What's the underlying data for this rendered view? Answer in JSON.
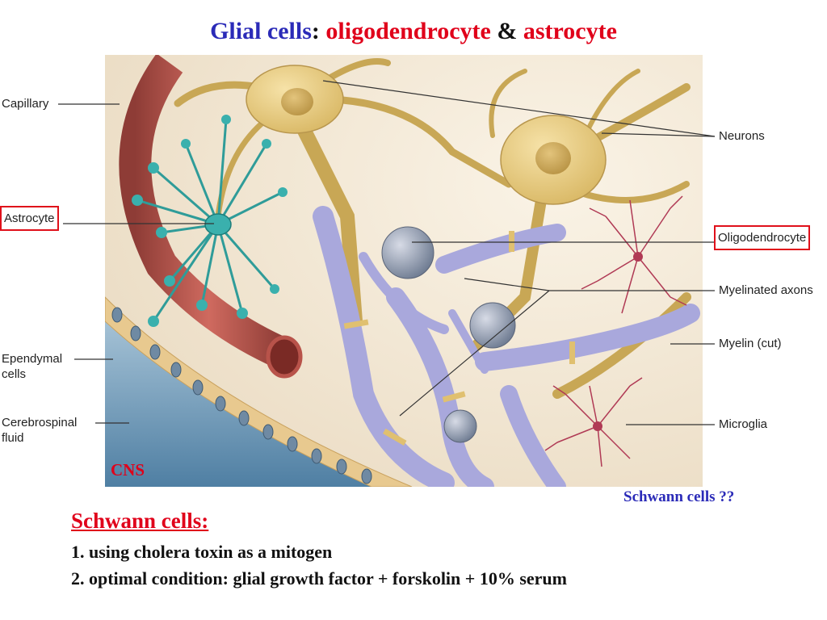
{
  "title": {
    "part1": "Glial cells",
    "colon": ":",
    "part2": "oligodendrocyte",
    "amp": "&",
    "part3": "astrocyte"
  },
  "labels": {
    "capillary": "Capillary",
    "astrocyte": "Astrocyte",
    "ependymal": "Ependymal\ncells",
    "csf": "Cerebrospinal\nfluid",
    "neurons": "Neurons",
    "oligodendrocyte": "Oligodendrocyte",
    "myelinated_axons": "Myelinated axons",
    "myelin_cut": "Myelin (cut)",
    "microglia": "Microglia"
  },
  "cns": "CNS",
  "schwann_question": "Schwann cells ??",
  "schwann": {
    "heading": "Schwann cells:",
    "points": [
      "1. using cholera toxin as a mitogen",
      "2. optimal condition: glial growth factor + forskolin + 10% serum"
    ]
  },
  "colors": {
    "title_blue": "#2b2bb8",
    "title_red": "#e0001a",
    "highlight_box": "#e0101a",
    "neuron": "#e8cf8a",
    "astrocyte": "#3ab0ad",
    "oligodendrocyte": "#a9a8dc",
    "capillary": "#b8534a",
    "microglia": "#b03a55"
  }
}
